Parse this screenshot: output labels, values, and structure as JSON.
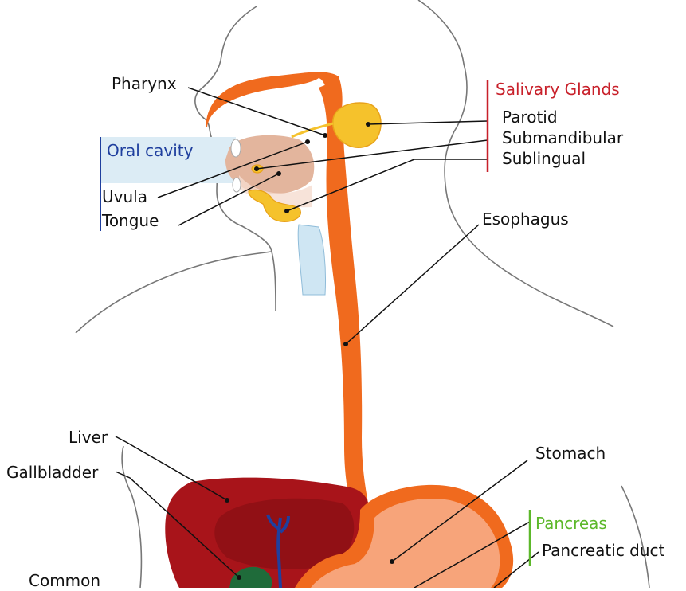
{
  "labels": {
    "pharynx": "Pharynx",
    "oral_cavity": "Oral cavity",
    "uvula": "Uvula",
    "tongue": "Tongue",
    "salivary_glands": "Salivary Glands",
    "parotid": "Parotid",
    "submandibular": "Submandibular",
    "sublingual": "Sublingual",
    "esophagus": "Esophagus",
    "liver": "Liver",
    "gallbladder": "Gallbladder",
    "common": "Common",
    "stomach": "Stomach",
    "pancreas": "Pancreas",
    "pancreatic_duct": "Pancreatic duct"
  },
  "colors": {
    "salivary": "#c8202a",
    "oral": "#1f3f9e",
    "pancreas": "#5cb82a",
    "esophagus": "#f06a1e",
    "liver": "#a8141a",
    "gland": "#f5c22c",
    "text": "#111111"
  }
}
